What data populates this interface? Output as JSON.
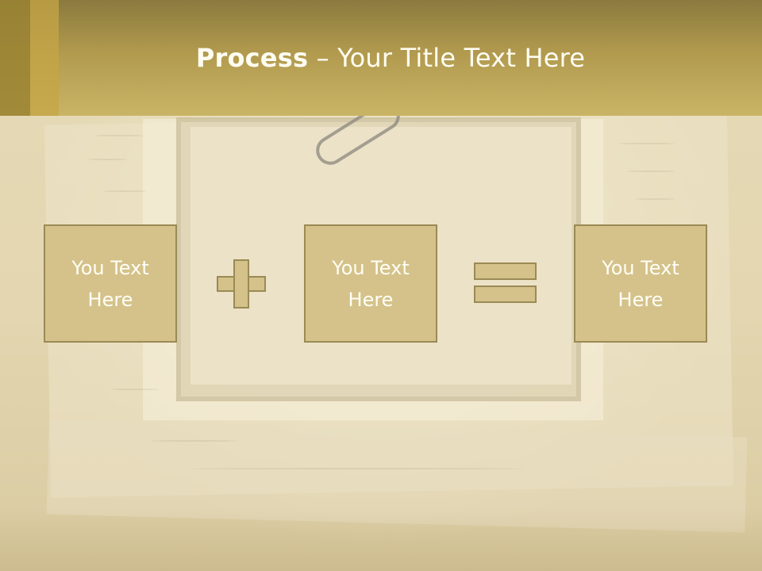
{
  "slide": {
    "title_bold": "Process",
    "title_rest": " – Your Title Text Here",
    "boxes": [
      {
        "line1": "You Text",
        "line2": "Here"
      },
      {
        "line1": "You Text",
        "line2": "Here"
      },
      {
        "line1": "You Text",
        "line2": "Here"
      }
    ],
    "operators": [
      "plus-icon",
      "equals-icon"
    ]
  },
  "colors": {
    "header": "#c9b466",
    "box_fill": "#d4c28a",
    "box_border": "#9a8a55",
    "text": "#fffef6"
  }
}
